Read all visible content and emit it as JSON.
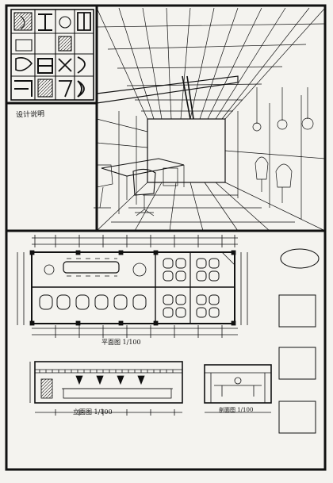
{
  "sheet": {
    "side_label": "设计说明",
    "plan_title": "平面图 1/100",
    "elevation_title": "立面图 1/100",
    "section_title": "剖面图 1/100"
  },
  "colors": {
    "paper": "#f4f3ef",
    "ink": "#111111"
  }
}
